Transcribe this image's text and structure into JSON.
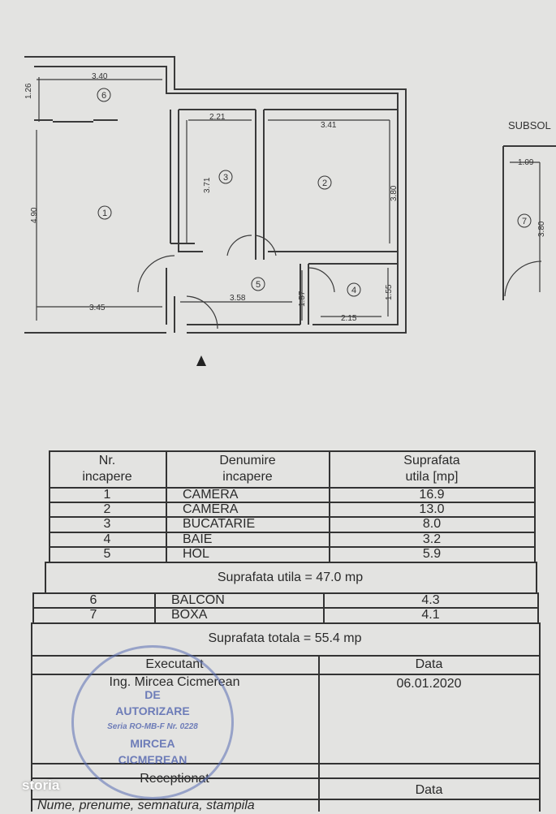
{
  "plan": {
    "dims": [
      "3.40",
      "1.26",
      "2.21",
      "3.41",
      "3.71",
      "3.80",
      "4.90",
      "3.45",
      "3.58",
      "1.57",
      "1.55",
      "2.15",
      "1.09",
      "3.80"
    ],
    "rooms": [
      "1",
      "2",
      "3",
      "4",
      "5",
      "6",
      "7"
    ],
    "subsol_label": "SUBSOL"
  },
  "table": {
    "headers": [
      "Nr.\nincapere",
      "Denumire\nincapere",
      "Suprafata\nutila [mp]"
    ],
    "rows": [
      {
        "nr": "1",
        "name": "CAMERA",
        "area": "16.9"
      },
      {
        "nr": "2",
        "name": "CAMERA",
        "area": "13.0"
      },
      {
        "nr": "3",
        "name": "BUCATARIE",
        "area": "8.0"
      },
      {
        "nr": "4",
        "name": "BAIE",
        "area": "3.2"
      },
      {
        "nr": "5",
        "name": "HOL",
        "area": "5.9"
      }
    ],
    "utila_total": "Suprafata utila = 47.0 mp",
    "extra_rows": [
      {
        "nr": "6",
        "name": "BALCON",
        "area": "4.3"
      },
      {
        "nr": "7",
        "name": "BOXA",
        "area": "4.1"
      }
    ],
    "total": "Suprafata totala = 55.4 mp",
    "executant_label": "Executant",
    "executant_name": "Ing. Mircea Cicmerean",
    "data_label": "Data",
    "date": "06.01.2020",
    "receptionat_label": "Receptionat",
    "data_label_2": "Data",
    "nume_label": "Nume, prenume, semnatura, stampila"
  },
  "stamp": {
    "lines": [
      "DE",
      "AUTORIZARE",
      "Seria RO-MB-F Nr. 0228",
      "MIRCEA",
      "CICMEREAN"
    ]
  },
  "watermark": "storia"
}
